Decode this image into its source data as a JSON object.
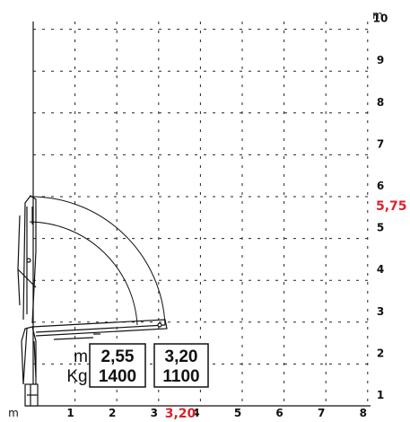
{
  "units": {
    "y_unit": "m",
    "x_unit": "m"
  },
  "axes": {
    "x_ticks": [
      "1",
      "2",
      "3",
      "4",
      "5",
      "6",
      "7",
      "8"
    ],
    "y_ticks": [
      "1",
      "2",
      "3",
      "4",
      "5",
      "6",
      "7",
      "8",
      "9",
      "10"
    ]
  },
  "highlights": {
    "height": "5,75",
    "reach": "3,20",
    "color": "#d9222a"
  },
  "load_table": {
    "row_labels": [
      "m",
      "Kg"
    ],
    "columns": [
      {
        "reach": "2,55",
        "load": "1400"
      },
      {
        "reach": "3,20",
        "load": "1100"
      }
    ]
  },
  "colors": {
    "grid": "#222222",
    "crane": "#111111",
    "envelope": "#111111"
  }
}
